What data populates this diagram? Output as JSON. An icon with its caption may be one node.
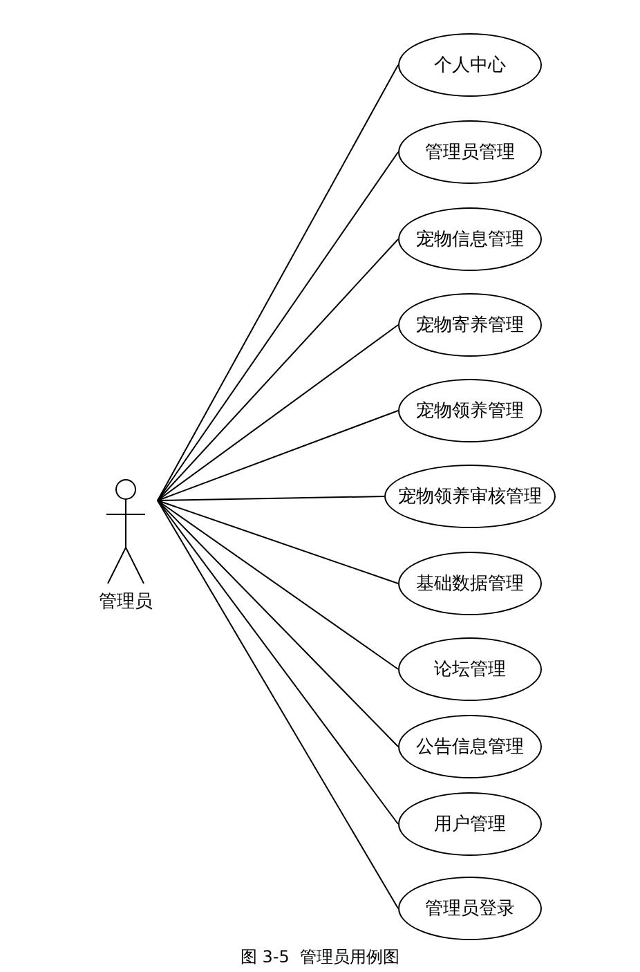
{
  "diagram": {
    "caption": "图 3-5  管理员用例图",
    "nodes": [
      {
        "text": [
          "管理员"
        ]
      },
      {
        "text": [
          "个人中心"
        ]
      },
      {
        "text": [
          "管理员管理"
        ]
      },
      {
        "text": [
          "宠物信息管理"
        ]
      },
      {
        "text": [
          "宠物寄养管理"
        ]
      },
      {
        "text": [
          "宠物领养管理"
        ]
      },
      {
        "text": [
          "宠物领养审核管理"
        ]
      },
      {
        "text": [
          "基础数据管理"
        ]
      },
      {
        "text": [
          "论坛管理"
        ]
      },
      {
        "text": [
          "公告信息管理"
        ]
      },
      {
        "text": [
          "用户管理"
        ]
      },
      {
        "text": [
          "管理员登录"
        ]
      }
    ],
    "edges": [
      {
        "from": 0,
        "to": 1,
        "arrow": "none"
      },
      {
        "from": 0,
        "to": 2,
        "arrow": "none"
      },
      {
        "from": 0,
        "to": 3,
        "arrow": "none"
      },
      {
        "from": 0,
        "to": 4,
        "arrow": "none"
      },
      {
        "from": 0,
        "to": 5,
        "arrow": "none"
      },
      {
        "from": 0,
        "to": 6,
        "arrow": "none"
      },
      {
        "from": 0,
        "to": 7,
        "arrow": "none"
      },
      {
        "from": 0,
        "to": 8,
        "arrow": "none"
      },
      {
        "from": 0,
        "to": 9,
        "arrow": "none"
      },
      {
        "from": 0,
        "to": 10,
        "arrow": "none"
      },
      {
        "from": 0,
        "to": 11,
        "arrow": "none"
      }
    ]
  }
}
